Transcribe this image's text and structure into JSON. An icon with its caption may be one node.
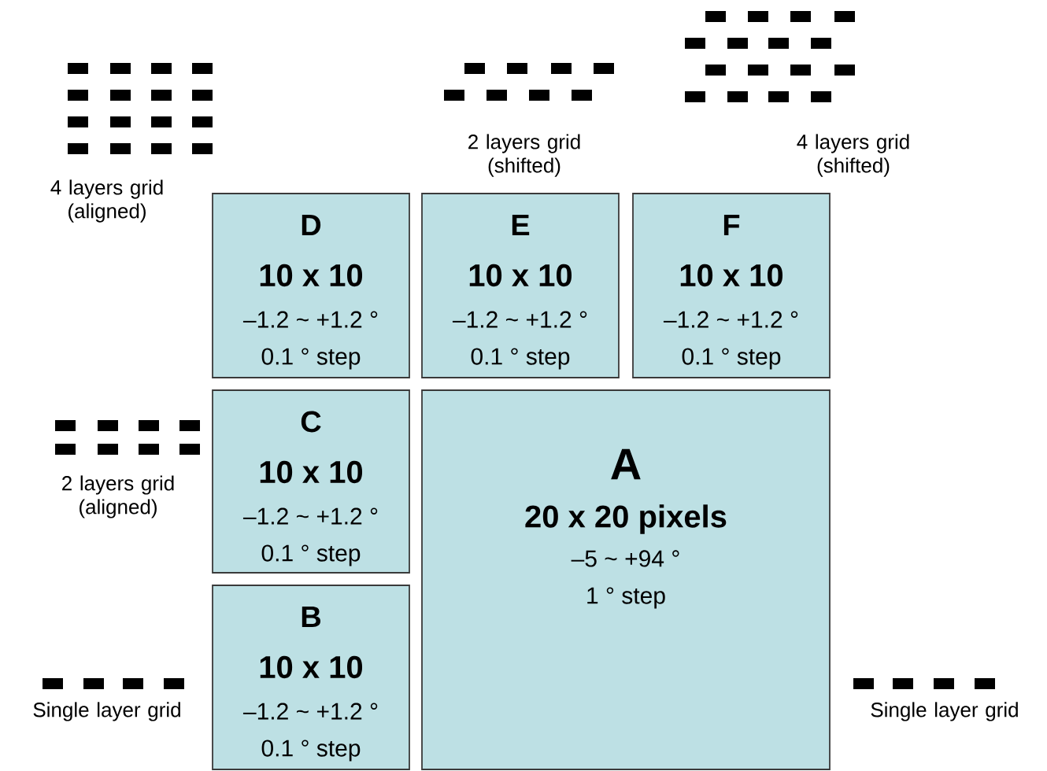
{
  "diagram": {
    "nodes": [
      {
        "text": [
          "D",
          "10 x 10",
          "–1.2 ~ +1.2 °",
          "0.1 ° step"
        ]
      },
      {
        "text": [
          "E",
          "10 x 10",
          "–1.2 ~ +1.2 °",
          "0.1 ° step"
        ]
      },
      {
        "text": [
          "F",
          "10 x 10",
          "–1.2 ~ +1.2 °",
          "0.1 ° step"
        ]
      },
      {
        "text": [
          "C",
          "10 x 10",
          "–1.2 ~ +1.2 °",
          "0.1 ° step"
        ]
      },
      {
        "text": [
          "A",
          "20 x 20 pixels",
          "–5 ~ +94 °",
          "1 ° step"
        ]
      },
      {
        "text": [
          "B",
          "10 x 10",
          "–1.2 ~ +1.2 °",
          "0.1 ° step"
        ]
      }
    ],
    "labels": [
      "4 layers grid (aligned)",
      "2 layers grid (shifted)",
      "4 layers grid (shifted)",
      "2 layers grid (aligned)",
      "Single layer grid",
      "Single layer grid"
    ]
  }
}
